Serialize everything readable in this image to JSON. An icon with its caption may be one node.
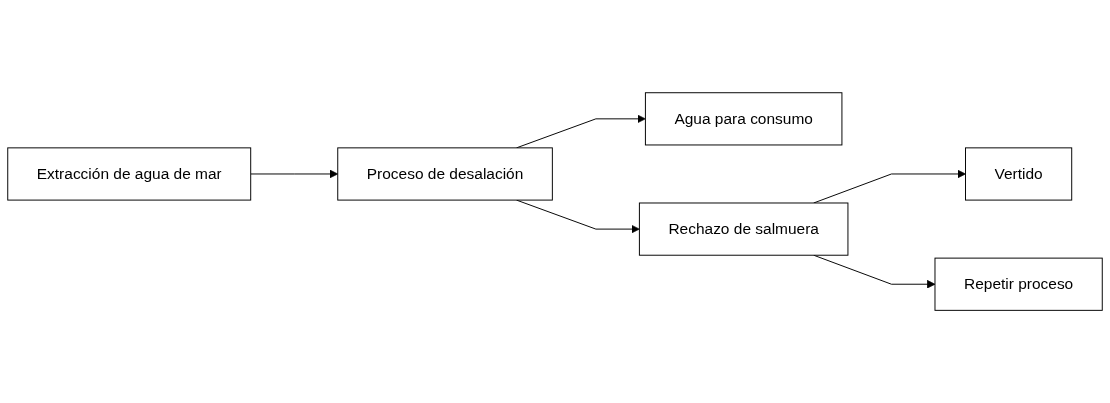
{
  "diagram": {
    "nodes": [
      {
        "text": [
          "Extracción de agua de mar"
        ]
      },
      {
        "text": [
          "Proceso de desalación"
        ]
      },
      {
        "text": [
          "Agua para consumo"
        ]
      },
      {
        "text": [
          "Rechazo de salmuera"
        ]
      },
      {
        "text": [
          "Vertido"
        ]
      },
      {
        "text": [
          "Repetir proceso"
        ]
      }
    ],
    "edges": [
      {
        "from": 0,
        "to": 1,
        "arrow": "to"
      },
      {
        "from": 1,
        "to": 2,
        "arrow": "to"
      },
      {
        "from": 1,
        "to": 3,
        "arrow": "to"
      },
      {
        "from": 3,
        "to": 4,
        "arrow": "to"
      },
      {
        "from": 3,
        "to": 5,
        "arrow": "to"
      }
    ]
  }
}
